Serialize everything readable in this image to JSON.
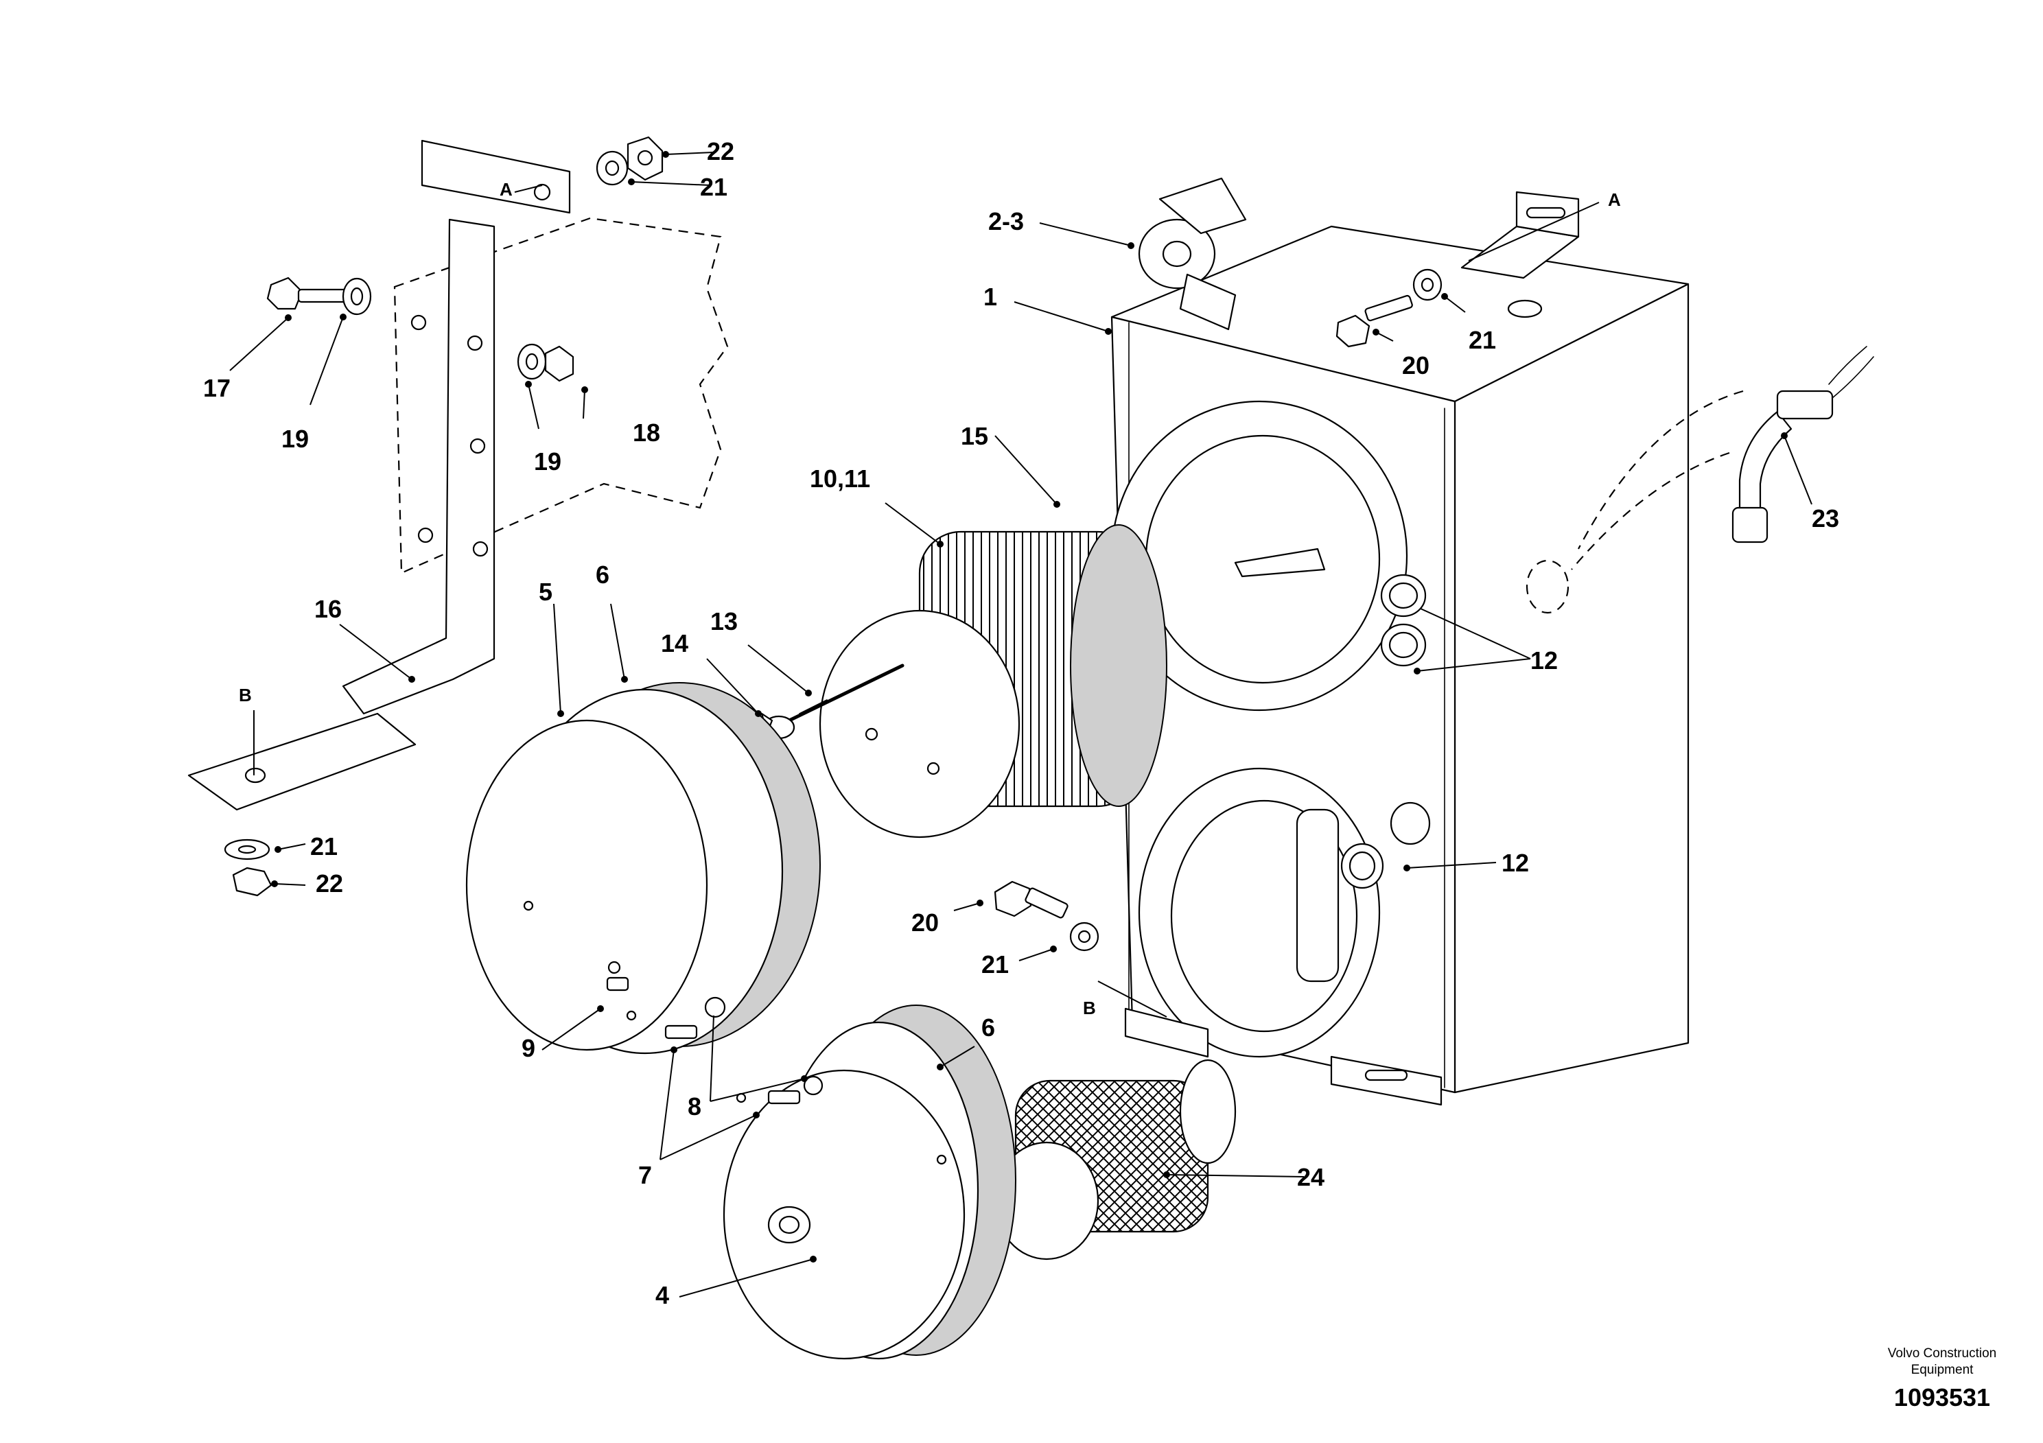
{
  "callouts": {
    "c1": "1",
    "c2_3": "2-3",
    "c4": "4",
    "c5": "5",
    "c6a": "6",
    "c6b": "6",
    "c7": "7",
    "c8": "8",
    "c9": "9",
    "c10_11": "10,11",
    "c12a": "12",
    "c12b": "12",
    "c13": "13",
    "c14": "14",
    "c15": "15",
    "c16": "16",
    "c17": "17",
    "c18": "18",
    "c19a": "19",
    "c19b": "19",
    "c20a": "20",
    "c20b": "20",
    "c21a": "21",
    "c21b": "21",
    "c21c": "21",
    "c21d": "21",
    "c22a": "22",
    "c22b": "22",
    "c23": "23",
    "c24": "24"
  },
  "references": {
    "a_bracket": "A",
    "a_tank": "A",
    "b_bracket": "B",
    "b_tank": "B"
  },
  "footer": {
    "credit_line1": "Volvo Construction",
    "credit_line2": "Equipment",
    "drawing_number": "1093531"
  }
}
